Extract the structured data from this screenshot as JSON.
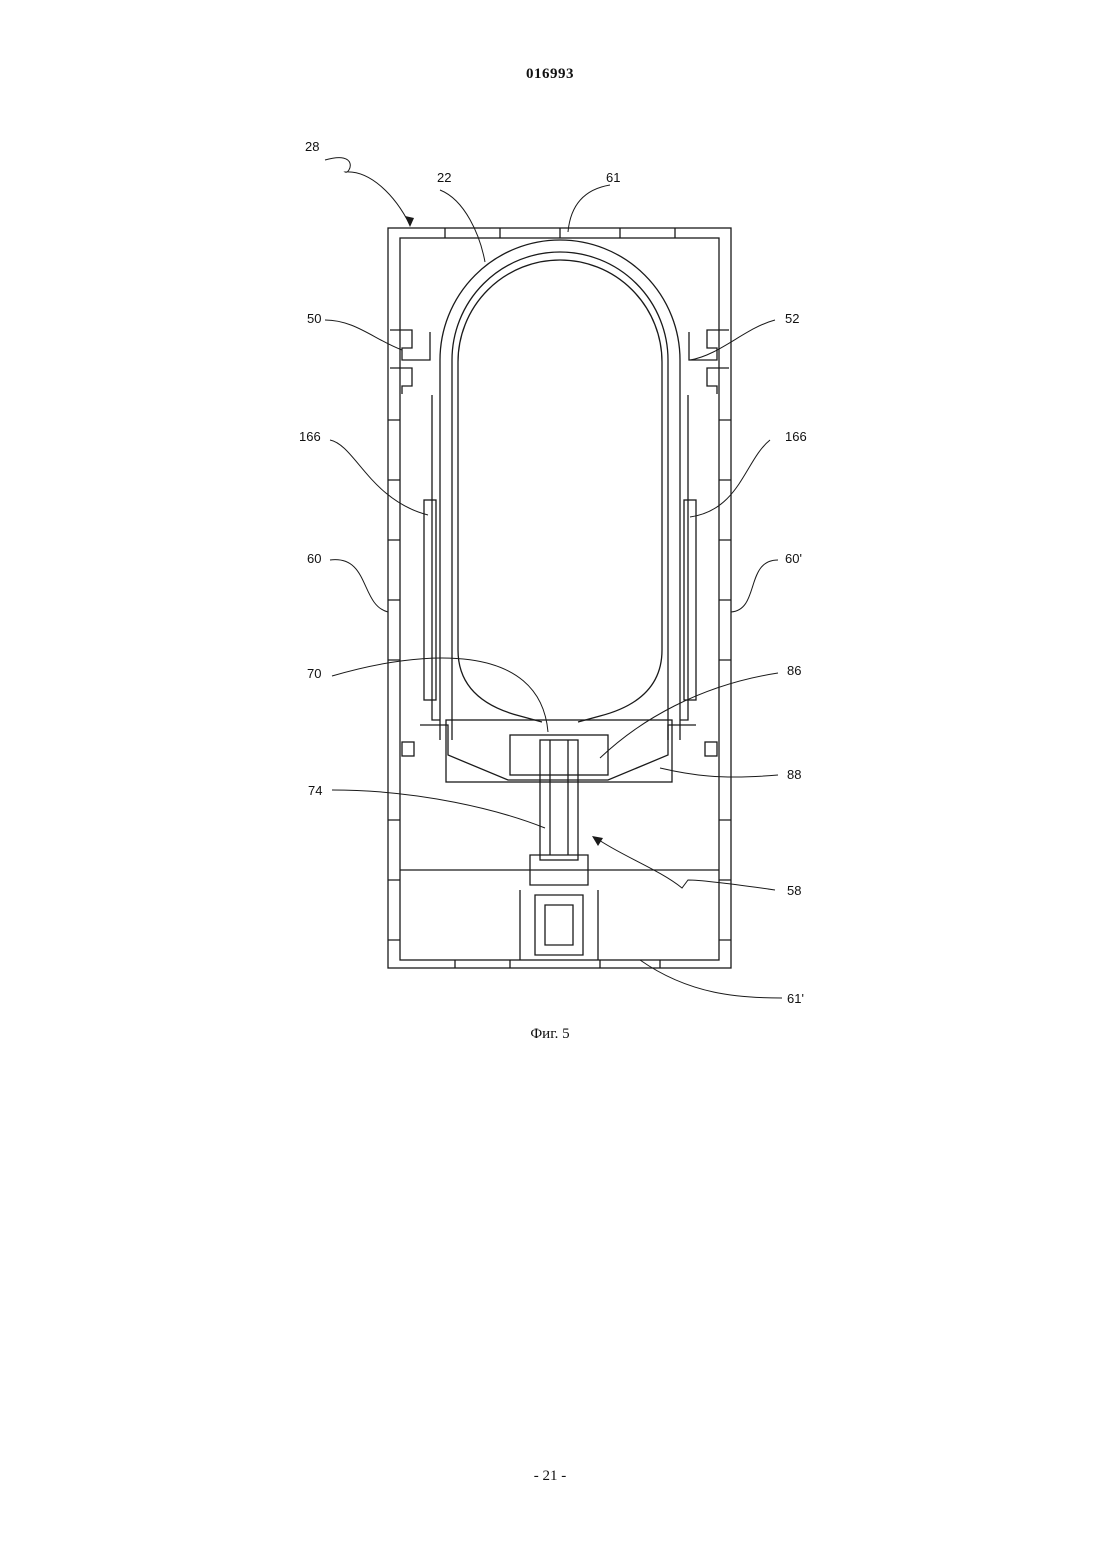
{
  "document": {
    "number": "016993"
  },
  "figure": {
    "caption": "Фиг. 5",
    "reference_labels": {
      "l28": "28",
      "l22": "22",
      "l61": "61",
      "l50": "50",
      "l52": "52",
      "l166a": "166",
      "l166b": "166",
      "l60": "60",
      "l60p": "60'",
      "l70": "70",
      "l86": "86",
      "l88": "88",
      "l74": "74",
      "l58": "58",
      "l61p": "61'"
    }
  },
  "page": {
    "number": "- 21 -"
  }
}
